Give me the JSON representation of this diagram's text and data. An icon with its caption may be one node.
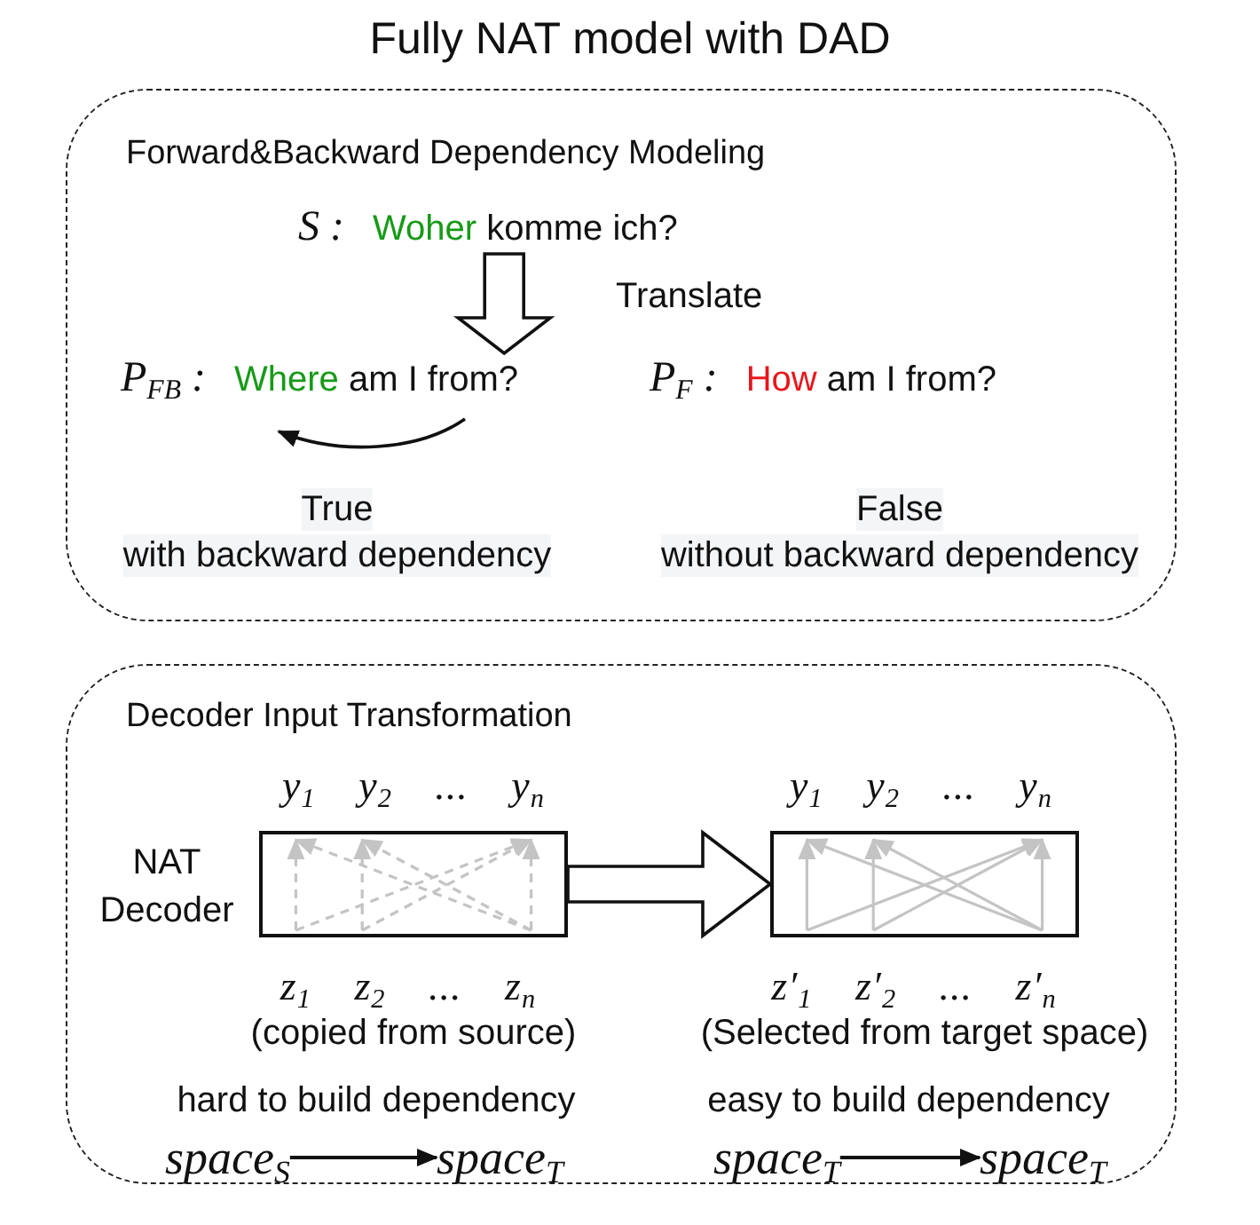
{
  "diagram": {
    "title": "Fully NAT model with DAD",
    "nodes": [
      {
        "text": [
          "Forward&Backward Dependency Modeling"
        ]
      },
      {
        "text": [
          "S :",
          "Woher komme ich?"
        ],
        "in": 0
      },
      {
        "text": [
          "P$_{FB}$ :",
          "Where am I from?"
        ],
        "in": 0,
        "beside": [
          "True",
          "with backward dependency"
        ]
      },
      {
        "text": [
          "P$_{F}$ :",
          "How am I from?"
        ],
        "in": 0,
        "beside": [
          "False",
          "without backward dependency"
        ]
      },
      {
        "text": [
          "Decoder Input Transformation"
        ]
      },
      {
        "text": [],
        "shape": "box",
        "in": 4,
        "beside": [
          "NAT Decoder",
          "y$_{1}$ y$_{2}$ ... y$_{n}$",
          "z$_{1}$ z$_{2}$ ... z$_{n}$",
          "(copied from source)"
        ]
      },
      {
        "text": [],
        "shape": "box",
        "in": 4,
        "beside": [
          "y$_{1}$ y$_{2}$ ... y$_{n}$",
          "z′$_{1}$ z′$_{2}$ ... z′$_{n}$",
          "(Selected from target space)"
        ]
      },
      {
        "text": [
          "space$_{S}$"
        ],
        "in": 4
      },
      {
        "text": [
          "space$_{T}$"
        ],
        "in": 4
      },
      {
        "text": [
          "space$_{T}$"
        ],
        "in": 4
      },
      {
        "text": [
          "space$_{T}$"
        ],
        "in": 4
      }
    ],
    "edges": [
      {
        "from": 1,
        "to": 2,
        "arrow": "to",
        "label": "Translate",
        "style": "thick"
      },
      {
        "from": 5,
        "to": 6,
        "arrow": "to",
        "style": "thick"
      },
      {
        "from": 7,
        "to": 8,
        "arrow": "to"
      },
      {
        "from": 9,
        "to": 10,
        "arrow": "to"
      }
    ],
    "labels": [
      "hard to build dependency",
      "easy to build dependency"
    ]
  }
}
